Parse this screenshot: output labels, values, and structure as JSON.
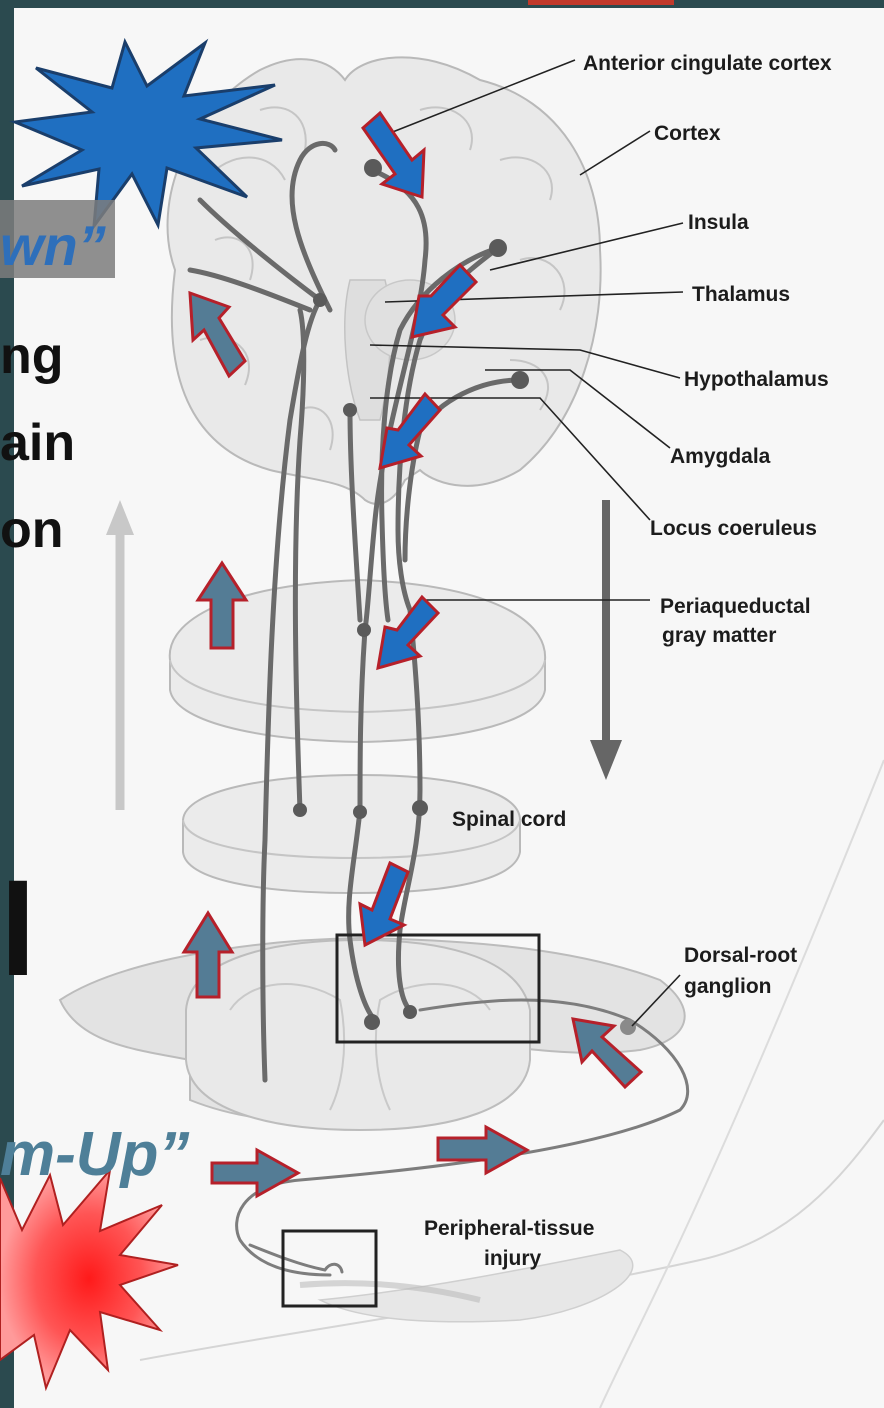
{
  "labels": {
    "acc": "Anterior cingulate cortex",
    "cortex": "Cortex",
    "insula": "Insula",
    "thalamus": "Thalamus",
    "hypothalamus": "Hypothalamus",
    "amygdala": "Amygdala",
    "locus": "Locus coeruleus",
    "pag_1": "Periaqueductal",
    "pag_2": "gray matter",
    "spinal": "Spinal cord",
    "drg_1": "Dorsal-root",
    "drg_2": "ganglion",
    "injury_1": "Peripheral-tissue",
    "injury_2": "injury"
  },
  "slide": {
    "top_down_fragment": "wn”",
    "line_1": "ng",
    "line_2": "ain",
    "line_3": "on",
    "big_letter": "l",
    "bottom_up_fragment": "m-Up”"
  },
  "colors": {
    "teal_edge": "#2b4a4f",
    "blue_accent": "#1f6fc1",
    "steel_arrow": "#547c95",
    "red_outline": "#b6202a",
    "slide_title_blue": "#2e6fba",
    "slide_title_steel": "#4e7f98"
  }
}
